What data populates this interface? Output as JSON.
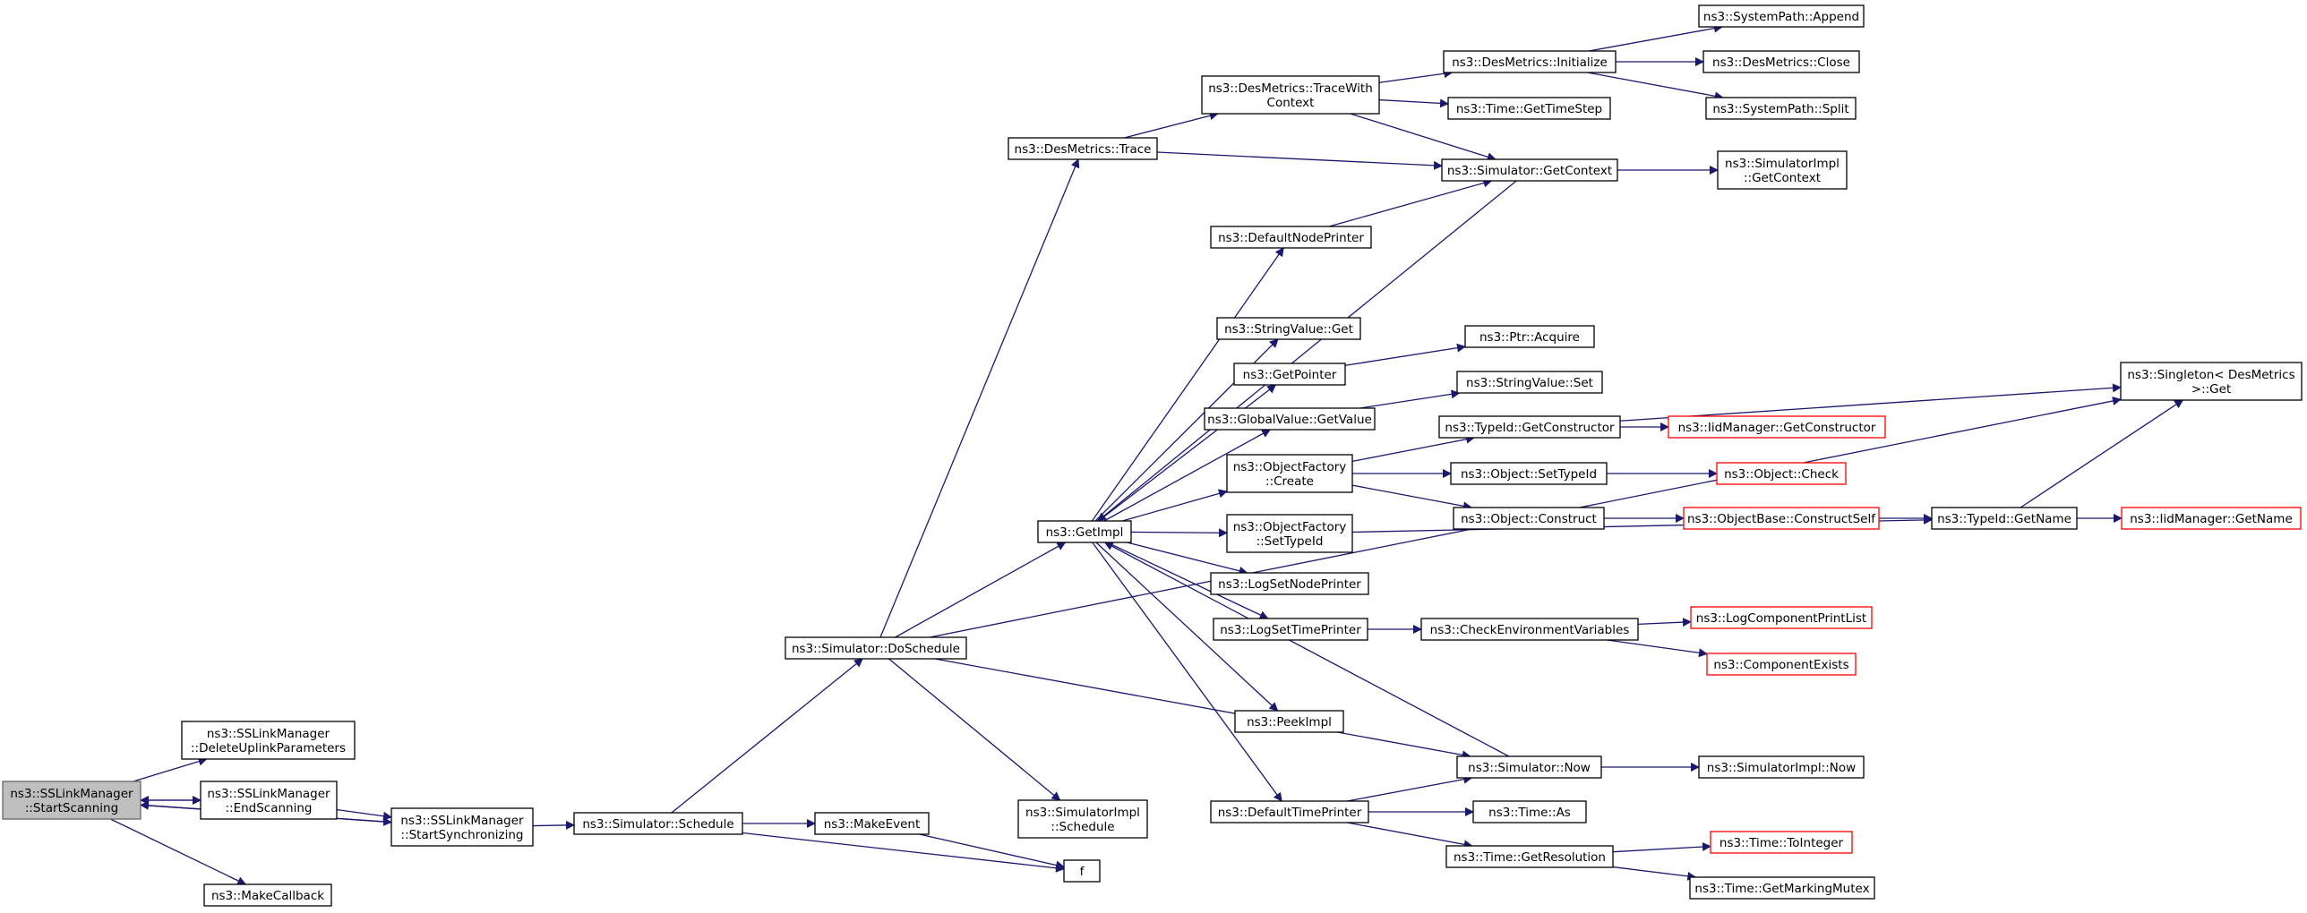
{
  "graph": {
    "nodes": [
      {
        "id": "n0",
        "lines": [
          "ns3::SSLinkManager",
          "::StartScanning"
        ],
        "border": "#666666",
        "fill": "#bfbfbf"
      },
      {
        "id": "n1",
        "lines": [
          "ns3::SSLinkManager",
          "::DeleteUplinkParameters"
        ],
        "border": "#000000",
        "fill": "#ffffff"
      },
      {
        "id": "n2",
        "lines": [
          "ns3::SSLinkManager",
          "::EndScanning"
        ],
        "border": "#000000",
        "fill": "#ffffff"
      },
      {
        "id": "n3",
        "lines": [
          "ns3::MakeCallback"
        ],
        "border": "#000000",
        "fill": "#ffffff"
      },
      {
        "id": "n4",
        "lines": [
          "ns3::SSLinkManager",
          "::StartSynchronizing"
        ],
        "border": "#000000",
        "fill": "#ffffff"
      },
      {
        "id": "n5",
        "lines": [
          "ns3::Simulator::Schedule"
        ],
        "border": "#000000",
        "fill": "#ffffff"
      },
      {
        "id": "n6",
        "lines": [
          "ns3::MakeEvent"
        ],
        "border": "#000000",
        "fill": "#ffffff"
      },
      {
        "id": "n7",
        "lines": [
          "f"
        ],
        "border": "#000000",
        "fill": "#ffffff"
      },
      {
        "id": "n8",
        "lines": [
          "ns3::Simulator::DoSchedule"
        ],
        "border": "#000000",
        "fill": "#ffffff"
      },
      {
        "id": "n9",
        "lines": [
          "ns3::DesMetrics::Trace"
        ],
        "border": "#000000",
        "fill": "#ffffff"
      },
      {
        "id": "n10",
        "lines": [
          "ns3::GetImpl"
        ],
        "border": "#000000",
        "fill": "#ffffff"
      },
      {
        "id": "n11",
        "lines": [
          "ns3::SimulatorImpl",
          "::Schedule"
        ],
        "border": "#000000",
        "fill": "#ffffff"
      },
      {
        "id": "n12",
        "lines": [
          "ns3::DesMetrics::TraceWith",
          "Context"
        ],
        "border": "#000000",
        "fill": "#ffffff"
      },
      {
        "id": "n13",
        "lines": [
          "ns3::DefaultNodePrinter"
        ],
        "border": "#000000",
        "fill": "#ffffff"
      },
      {
        "id": "n14",
        "lines": [
          "ns3::StringValue::Get"
        ],
        "border": "#000000",
        "fill": "#ffffff"
      },
      {
        "id": "n15",
        "lines": [
          "ns3::GetPointer"
        ],
        "border": "#000000",
        "fill": "#ffffff"
      },
      {
        "id": "n16",
        "lines": [
          "ns3::GlobalValue::GetValue"
        ],
        "border": "#000000",
        "fill": "#ffffff"
      },
      {
        "id": "n17",
        "lines": [
          "ns3::ObjectFactory",
          "::Create"
        ],
        "border": "#000000",
        "fill": "#ffffff"
      },
      {
        "id": "n18",
        "lines": [
          "ns3::ObjectFactory",
          "::SetTypeId"
        ],
        "border": "#000000",
        "fill": "#ffffff"
      },
      {
        "id": "n19",
        "lines": [
          "ns3::LogSetNodePrinter"
        ],
        "border": "#000000",
        "fill": "#ffffff"
      },
      {
        "id": "n20",
        "lines": [
          "ns3::LogSetTimePrinter"
        ],
        "border": "#000000",
        "fill": "#ffffff"
      },
      {
        "id": "n21",
        "lines": [
          "ns3::PeekImpl"
        ],
        "border": "#000000",
        "fill": "#ffffff"
      },
      {
        "id": "n22",
        "lines": [
          "ns3::DefaultTimePrinter"
        ],
        "border": "#000000",
        "fill": "#ffffff"
      },
      {
        "id": "n23",
        "lines": [
          "ns3::DesMetrics::Initialize"
        ],
        "border": "#000000",
        "fill": "#ffffff"
      },
      {
        "id": "n24",
        "lines": [
          "ns3::Time::GetTimeStep"
        ],
        "border": "#000000",
        "fill": "#ffffff"
      },
      {
        "id": "n25",
        "lines": [
          "ns3::Simulator::GetContext"
        ],
        "border": "#000000",
        "fill": "#ffffff"
      },
      {
        "id": "n26",
        "lines": [
          "ns3::Ptr::Acquire"
        ],
        "border": "#000000",
        "fill": "#ffffff"
      },
      {
        "id": "n27",
        "lines": [
          "ns3::StringValue::Set"
        ],
        "border": "#000000",
        "fill": "#ffffff"
      },
      {
        "id": "n28",
        "lines": [
          "ns3::TypeId::GetConstructor"
        ],
        "border": "#000000",
        "fill": "#ffffff"
      },
      {
        "id": "n29",
        "lines": [
          "ns3::Object::SetTypeId"
        ],
        "border": "#000000",
        "fill": "#ffffff"
      },
      {
        "id": "n30",
        "lines": [
          "ns3::Object::Construct"
        ],
        "border": "#000000",
        "fill": "#ffffff"
      },
      {
        "id": "n31",
        "lines": [
          "ns3::CheckEnvironmentVariables"
        ],
        "border": "#000000",
        "fill": "#ffffff"
      },
      {
        "id": "n32",
        "lines": [
          "ns3::Simulator::Now"
        ],
        "border": "#000000",
        "fill": "#ffffff"
      },
      {
        "id": "n33",
        "lines": [
          "ns3::Time::As"
        ],
        "border": "#000000",
        "fill": "#ffffff"
      },
      {
        "id": "n34",
        "lines": [
          "ns3::Time::GetResolution"
        ],
        "border": "#000000",
        "fill": "#ffffff"
      },
      {
        "id": "n35",
        "lines": [
          "ns3::SystemPath::Append"
        ],
        "border": "#000000",
        "fill": "#ffffff"
      },
      {
        "id": "n36",
        "lines": [
          "ns3::DesMetrics::Close"
        ],
        "border": "#000000",
        "fill": "#ffffff"
      },
      {
        "id": "n37",
        "lines": [
          "ns3::SystemPath::Split"
        ],
        "border": "#000000",
        "fill": "#ffffff"
      },
      {
        "id": "n38",
        "lines": [
          "ns3::SimulatorImpl",
          "::GetContext"
        ],
        "border": "#000000",
        "fill": "#ffffff"
      },
      {
        "id": "n39",
        "lines": [
          "ns3::IidManager::GetConstructor"
        ],
        "border": "#ff0000",
        "fill": "#ffffff"
      },
      {
        "id": "n40",
        "lines": [
          "ns3::Object::Check"
        ],
        "border": "#ff0000",
        "fill": "#ffffff"
      },
      {
        "id": "n41",
        "lines": [
          "ns3::ObjectBase::ConstructSelf"
        ],
        "border": "#ff0000",
        "fill": "#ffffff"
      },
      {
        "id": "n42",
        "lines": [
          "ns3::LogComponentPrintList"
        ],
        "border": "#ff0000",
        "fill": "#ffffff"
      },
      {
        "id": "n43",
        "lines": [
          "ns3::ComponentExists"
        ],
        "border": "#ff0000",
        "fill": "#ffffff"
      },
      {
        "id": "n44",
        "lines": [
          "ns3::SimulatorImpl::Now"
        ],
        "border": "#000000",
        "fill": "#ffffff"
      },
      {
        "id": "n45",
        "lines": [
          "ns3::Time::ToInteger"
        ],
        "border": "#ff0000",
        "fill": "#ffffff"
      },
      {
        "id": "n46",
        "lines": [
          "ns3::Time::GetMarkingMutex"
        ],
        "border": "#000000",
        "fill": "#ffffff"
      },
      {
        "id": "n47",
        "lines": [
          "ns3::Singleton< DesMetrics",
          ">::Get"
        ],
        "border": "#000000",
        "fill": "#ffffff"
      },
      {
        "id": "n48",
        "lines": [
          "ns3::TypeId::GetName"
        ],
        "border": "#000000",
        "fill": "#ffffff"
      },
      {
        "id": "n49",
        "lines": [
          "ns3::IidManager::GetName"
        ],
        "border": "#ff0000",
        "fill": "#ffffff"
      }
    ],
    "edges": [
      [
        "n0",
        "n1"
      ],
      [
        "n0",
        "n2"
      ],
      [
        "n0",
        "n3"
      ],
      [
        "n0",
        "n4"
      ],
      [
        "n2",
        "n0"
      ],
      [
        "n2",
        "n4"
      ],
      [
        "n4",
        "n0"
      ],
      [
        "n4",
        "n5"
      ],
      [
        "n5",
        "n6"
      ],
      [
        "n5",
        "n7"
      ],
      [
        "n5",
        "n8"
      ],
      [
        "n6",
        "n7"
      ],
      [
        "n8",
        "n9"
      ],
      [
        "n8",
        "n10"
      ],
      [
        "n8",
        "n11"
      ],
      [
        "n8",
        "n32"
      ],
      [
        "n8",
        "n47"
      ],
      [
        "n9",
        "n12"
      ],
      [
        "n9",
        "n25"
      ],
      [
        "n12",
        "n23"
      ],
      [
        "n12",
        "n24"
      ],
      [
        "n12",
        "n25"
      ],
      [
        "n23",
        "n35"
      ],
      [
        "n23",
        "n36"
      ],
      [
        "n23",
        "n37"
      ],
      [
        "n25",
        "n38"
      ],
      [
        "n25",
        "n10"
      ],
      [
        "n10",
        "n13"
      ],
      [
        "n10",
        "n14"
      ],
      [
        "n10",
        "n15"
      ],
      [
        "n10",
        "n16"
      ],
      [
        "n10",
        "n17"
      ],
      [
        "n10",
        "n18"
      ],
      [
        "n10",
        "n19"
      ],
      [
        "n10",
        "n20"
      ],
      [
        "n10",
        "n21"
      ],
      [
        "n10",
        "n22"
      ],
      [
        "n13",
        "n25"
      ],
      [
        "n15",
        "n26"
      ],
      [
        "n16",
        "n27"
      ],
      [
        "n17",
        "n28"
      ],
      [
        "n17",
        "n29"
      ],
      [
        "n17",
        "n30"
      ],
      [
        "n18",
        "n48"
      ],
      [
        "n28",
        "n39"
      ],
      [
        "n28",
        "n47"
      ],
      [
        "n29",
        "n40"
      ],
      [
        "n30",
        "n41"
      ],
      [
        "n41",
        "n48"
      ],
      [
        "n48",
        "n49"
      ],
      [
        "n48",
        "n47"
      ],
      [
        "n20",
        "n31"
      ],
      [
        "n31",
        "n42"
      ],
      [
        "n31",
        "n43"
      ],
      [
        "n32",
        "n44"
      ],
      [
        "n32",
        "n10"
      ],
      [
        "n22",
        "n32"
      ],
      [
        "n22",
        "n33"
      ],
      [
        "n22",
        "n34"
      ],
      [
        "n34",
        "n45"
      ],
      [
        "n34",
        "n46"
      ]
    ]
  }
}
